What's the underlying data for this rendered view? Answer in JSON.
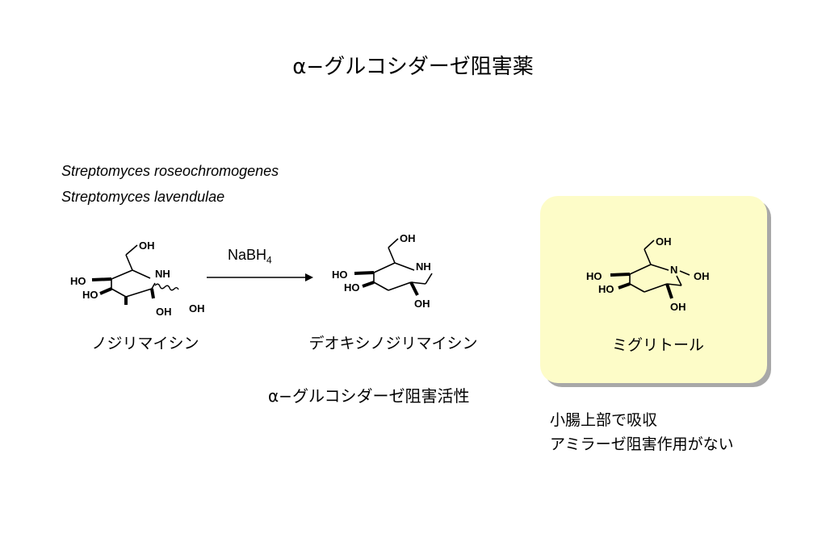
{
  "title": "α−グルコシダーゼ阻害薬",
  "species": [
    "Streptomyces roseochromogenes",
    "Streptomyces lavendulae"
  ],
  "reaction": {
    "reagent": "NaBH",
    "reagent_sub": "4"
  },
  "compounds": [
    {
      "name": "ノジリマイシン",
      "labels": [
        "OH",
        "NH",
        "HO",
        "HO",
        "OH",
        "OH"
      ]
    },
    {
      "name": "デオキシノジリマイシン",
      "labels": [
        "OH",
        "NH",
        "HO",
        "HO",
        "OH"
      ]
    },
    {
      "name": "ミグリトール",
      "labels": [
        "OH",
        "N",
        "OH",
        "HO",
        "HO",
        "OH"
      ]
    }
  ],
  "activity": "α−グルコシダーゼ阻害活性",
  "notes": [
    "小腸上部で吸収",
    "アミラーゼ阻害作用がない"
  ]
}
